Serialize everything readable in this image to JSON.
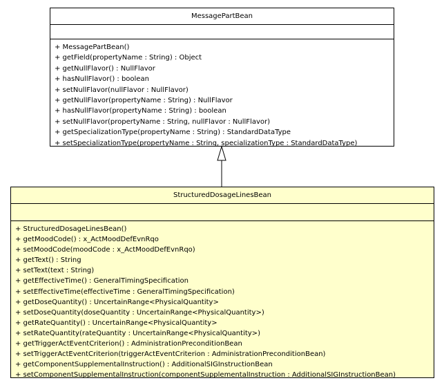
{
  "diagram": {
    "parent_class": {
      "name": "MessagePartBean",
      "attributes": [],
      "operations": [
        "+ MessagePartBean()",
        "+ getField(propertyName : String) : Object",
        "+ getNullFlavor() : NullFlavor",
        "+ hasNullFlavor() : boolean",
        "+ setNullFlavor(nullFlavor : NullFlavor)",
        "+ getNullFlavor(propertyName : String) : NullFlavor",
        "+ hasNullFlavor(propertyName : String) : boolean",
        "+ setNullFlavor(propertyName : String, nullFlavor : NullFlavor)",
        "+ getSpecializationType(propertyName : String) : StandardDataType",
        "+ setSpecializationType(propertyName : String, specializationType : StandardDataType)"
      ],
      "fill_color": "#ffffff"
    },
    "child_class": {
      "name": "StructuredDosageLinesBean",
      "attributes": [],
      "operations": [
        "+ StructuredDosageLinesBean()",
        "+ getMoodCode() : x_ActMoodDefEvnRqo",
        "+ setMoodCode(moodCode : x_ActMoodDefEvnRqo)",
        "+ getText() : String",
        "+ setText(text : String)",
        "+ getEffectiveTime() : GeneralTimingSpecification",
        "+ setEffectiveTime(effectiveTime : GeneralTimingSpecification)",
        "+ getDoseQuantity() : UncertainRange<PhysicalQuantity>",
        "+ setDoseQuantity(doseQuantity : UncertainRange<PhysicalQuantity>)",
        "+ getRateQuantity() : UncertainRange<PhysicalQuantity>",
        "+ setRateQuantity(rateQuantity : UncertainRange<PhysicalQuantity>)",
        "+ getTriggerActEventCriterion() : AdministrationPreconditionBean",
        "+ setTriggerActEventCriterion(triggerActEventCriterion : AdministrationPreconditionBean)",
        "+ getComponentSupplementalInstruction() : AdditionalSIGInstructionBean",
        "+ setComponentSupplementalInstruction(componentSupplementalInstruction : AdditionalSIGInstructionBean)"
      ],
      "fill_color": "#ffffcc"
    },
    "relationship": "generalization"
  }
}
